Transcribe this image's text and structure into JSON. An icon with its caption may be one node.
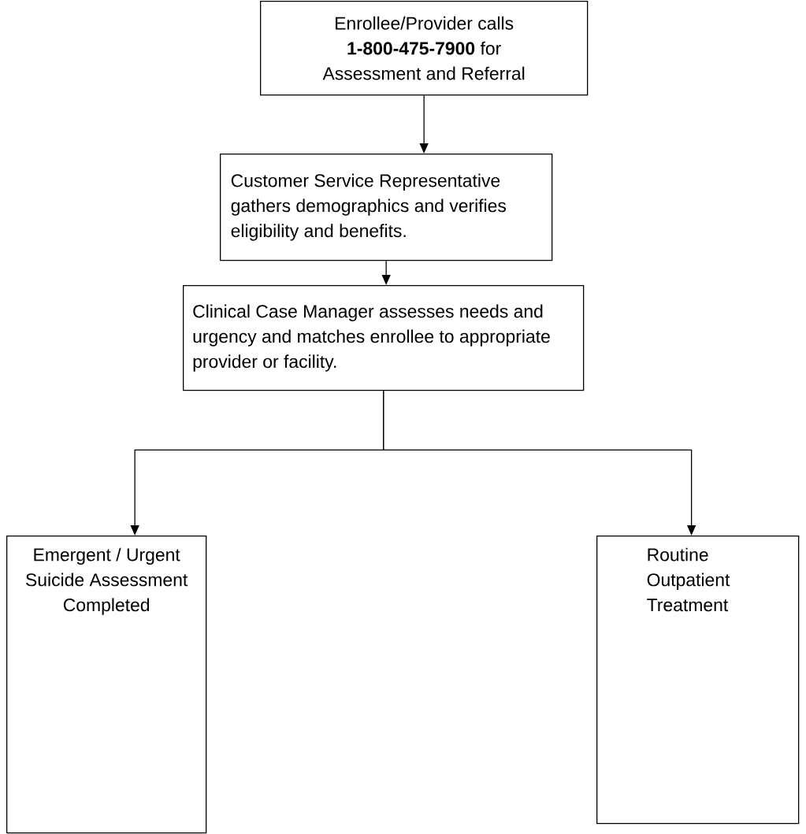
{
  "diagram": {
    "nodes": [
      {
        "text": [
          "Enrollee/Provider calls **1-800-475-7900** for Assessment and Referral"
        ]
      },
      {
        "text": [
          "Customer Service Representative gathers demographics and verifies eligibility and benefits."
        ]
      },
      {
        "text": [
          "Clinical Case Manager assesses needs and urgency and matches enrollee to appropriate provider or facility."
        ]
      },
      {
        "text": [
          "Emergent / Urgent Suicide Assessment Completed"
        ]
      },
      {
        "text": [
          "Routine Outpatient Treatment"
        ]
      }
    ],
    "edges": [
      {
        "from": 0,
        "to": 1,
        "arrow": "to"
      },
      {
        "from": 1,
        "to": 2,
        "arrow": "to"
      },
      {
        "from": 2,
        "to": 3,
        "arrow": "to"
      },
      {
        "from": 2,
        "to": 4,
        "arrow": "to"
      }
    ]
  }
}
